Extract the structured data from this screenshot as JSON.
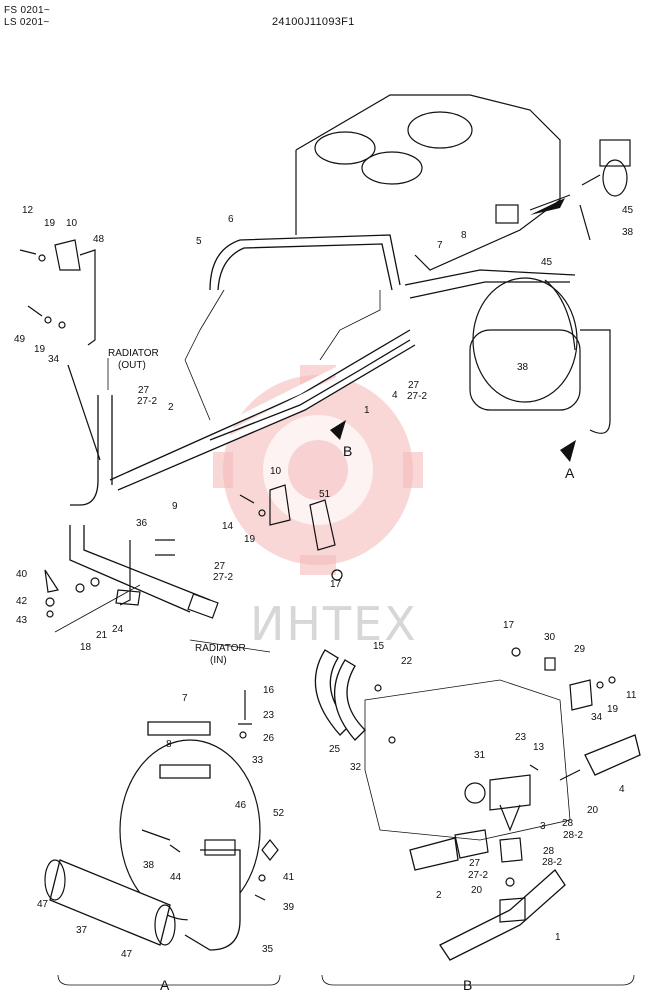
{
  "header": {
    "code_line1": "FS 0201~",
    "code_line2": "LS 0201~",
    "drawing_number": "24100J11093F1"
  },
  "callouts": {
    "radiator_out": "RADIATOR",
    "radiator_out_sub": "(OUT)",
    "radiator_in": "RADIATOR",
    "radiator_in_sub": "(IN)",
    "view_a_arrow": "A",
    "view_b_arrow": "B",
    "section_a": "A",
    "section_b": "B"
  },
  "watermark": {
    "text": "ИНТЕХ",
    "color": "#e83a3a"
  },
  "part_numbers": [
    "12",
    "19",
    "10",
    "48",
    "49",
    "19",
    "34",
    "27",
    "27-2",
    "2",
    "6",
    "5",
    "7",
    "8",
    "45",
    "38",
    "45",
    "1",
    "4",
    "27",
    "27-2",
    "38",
    "10",
    "51",
    "14",
    "19",
    "17",
    "9",
    "36",
    "27",
    "27-2",
    "40",
    "42",
    "43",
    "18",
    "21",
    "24",
    "7",
    "16",
    "23",
    "26",
    "8",
    "33",
    "46",
    "52",
    "38",
    "44",
    "41",
    "39",
    "47",
    "37",
    "47",
    "35",
    "17",
    "15",
    "22",
    "30",
    "29",
    "11",
    "34",
    "19",
    "25",
    "32",
    "23",
    "13",
    "31",
    "4",
    "20",
    "28",
    "28-2",
    "3",
    "28",
    "28-2",
    "2",
    "27",
    "27-2",
    "20",
    "1"
  ]
}
